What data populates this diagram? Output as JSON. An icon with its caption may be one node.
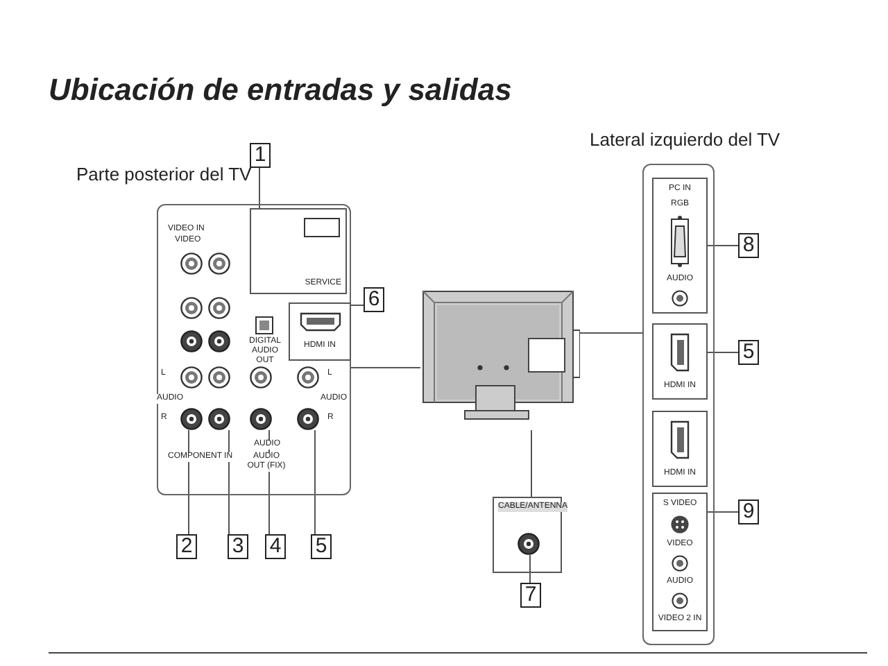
{
  "diagram": {
    "title": "Ubicación de entradas y salidas",
    "nodes": [
      {
        "text": [
          "Parte posterior del TV"
        ]
      },
      {
        "text": [
          "SERVICE"
        ],
        "in": 0
      },
      {
        "text": [],
        "shape": "circle",
        "in": 0
      },
      {
        "text": [],
        "shape": "circle",
        "in": 0
      },
      {
        "text": [],
        "shape": "circle",
        "in": 0
      },
      {
        "text": [],
        "shape": "circle",
        "in": 0
      },
      {
        "text": [
          "HDMI IN"
        ],
        "in": 0
      },
      {
        "text": [],
        "shape": "picture"
      },
      {
        "text": [
          "CABLE/ANTENNA"
        ]
      },
      {
        "text": [],
        "shape": "circle",
        "in": 8
      },
      {
        "text": [
          "Lateral izquierdo del TV"
        ]
      },
      {
        "text": [
          "PC IN",
          "RGB",
          "AUDIO"
        ],
        "in": 10
      },
      {
        "text": [
          "HDMI IN"
        ],
        "in": 10
      },
      {
        "text": [
          "HDMI IN"
        ],
        "in": 10
      },
      {
        "text": [
          "S VIDEO",
          "VIDEO",
          "AUDIO",
          "VIDEO 2 IN"
        ],
        "in": 10
      },
      {
        "text": [
          "1"
        ]
      },
      {
        "text": [
          "2"
        ]
      },
      {
        "text": [
          "3"
        ]
      },
      {
        "text": [
          "4"
        ]
      },
      {
        "text": [
          "5"
        ]
      },
      {
        "text": [
          "6"
        ]
      },
      {
        "text": [
          "7"
        ]
      },
      {
        "text": [
          "8"
        ]
      },
      {
        "text": [
          "5"
        ]
      },
      {
        "text": [
          "9"
        ]
      }
    ],
    "edges": [
      {
        "from": 0,
        "to": 7,
        "arrow": "none"
      },
      {
        "from": 10,
        "to": 7,
        "arrow": "none"
      },
      {
        "from": 7,
        "to": 8,
        "arrow": "none"
      },
      {
        "from": 15,
        "to": 1,
        "arrow": "none"
      },
      {
        "from": 16,
        "to": 2,
        "arrow": "none"
      },
      {
        "from": 17,
        "to": 3,
        "arrow": "none"
      },
      {
        "from": 18,
        "to": 4,
        "arrow": "none"
      },
      {
        "from": 19,
        "to": 5,
        "arrow": "none"
      },
      {
        "from": 20,
        "to": 6,
        "arrow": "none"
      },
      {
        "from": 21,
        "to": 9,
        "arrow": "none"
      },
      {
        "from": 22,
        "to": 11,
        "arrow": "none"
      },
      {
        "from": 23,
        "to": 12,
        "arrow": "none"
      },
      {
        "from": 24,
        "to": 14,
        "arrow": "none"
      }
    ],
    "labels": [
      "VIDEO IN",
      "VIDEO",
      "L",
      "AUDIO",
      "R",
      "COMPONENT IN",
      "DIGITAL AUDIO OUT",
      "AUDIO",
      "AUDIO OUT (FIX)",
      "L",
      "AUDIO",
      "R"
    ]
  }
}
